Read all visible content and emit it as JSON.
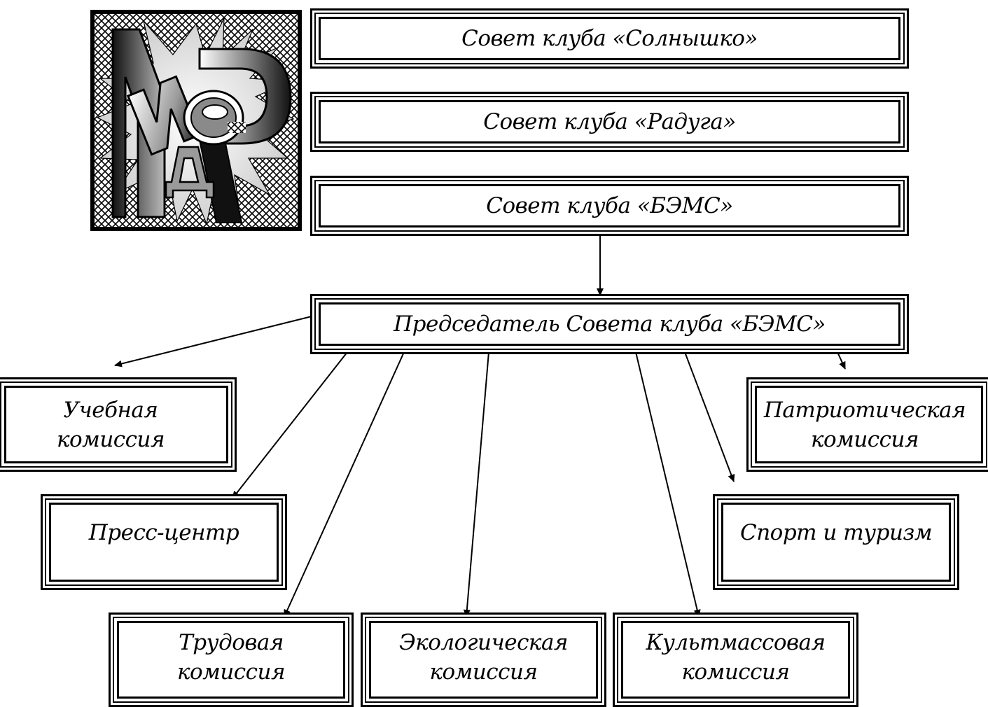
{
  "logo": {
    "name": "club-logo",
    "colors": {
      "dark": "#000000",
      "light": "#ffffff",
      "mid": "#888888"
    }
  },
  "boxes": {
    "council_solnyshko": {
      "lines": [
        "Совет клуба «Солнышко»"
      ]
    },
    "council_raduga": {
      "lines": [
        "Совет клуба «Радуга»"
      ]
    },
    "council_bems": {
      "lines": [
        "Совет клуба «БЭМС»"
      ]
    },
    "chairman": {
      "lines": [
        "Председатель Совета клуба «БЭМС»"
      ]
    },
    "study_commission": {
      "lines": [
        "Учебная",
        "комиссия"
      ]
    },
    "press_center": {
      "lines": [
        "Пресс-центр"
      ]
    },
    "labor_commission": {
      "lines": [
        "Трудовая",
        "комиссия"
      ]
    },
    "ecology_commission": {
      "lines": [
        "Экологическая",
        "комиссия"
      ]
    },
    "culture_commission": {
      "lines": [
        "Культмассовая",
        "комиссия"
      ]
    },
    "sport_tourism": {
      "lines": [
        "Спорт и туризм"
      ]
    },
    "patriotic_commission": {
      "lines": [
        "Патриотическая",
        "комиссия"
      ]
    }
  },
  "edges": [
    {
      "from": "council_bems",
      "to": "chairman"
    },
    {
      "from": "chairman",
      "to": "study_commission"
    },
    {
      "from": "chairman",
      "to": "press_center"
    },
    {
      "from": "chairman",
      "to": "labor_commission"
    },
    {
      "from": "chairman",
      "to": "ecology_commission"
    },
    {
      "from": "chairman",
      "to": "culture_commission"
    },
    {
      "from": "chairman",
      "to": "sport_tourism"
    },
    {
      "from": "chairman",
      "to": "patriotic_commission"
    }
  ]
}
